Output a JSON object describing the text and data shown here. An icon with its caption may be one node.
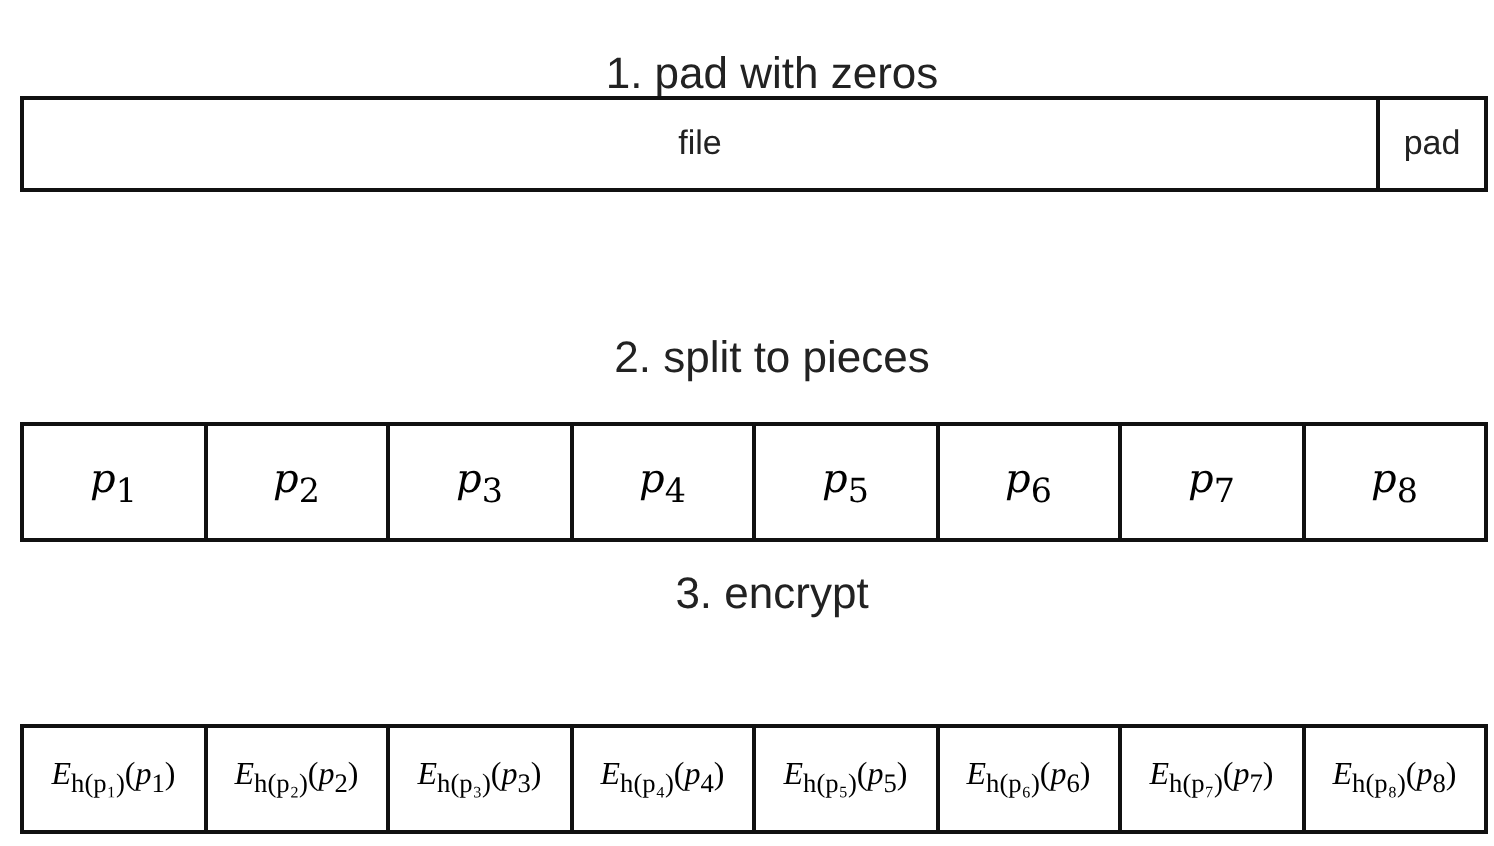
{
  "diagram": {
    "nodes": [
      {
        "text": [
          "file"
        ]
      },
      {
        "text": [
          "pad"
        ]
      },
      {
        "text": [
          "*p*$_{1}$"
        ]
      },
      {
        "text": [
          "*p*$_{2}$"
        ]
      },
      {
        "text": [
          "*p*$_{3}$"
        ]
      },
      {
        "text": [
          "*p*$_{4}$"
        ]
      },
      {
        "text": [
          "*p*$_{5}$"
        ]
      },
      {
        "text": [
          "*p*$_{6}$"
        ]
      },
      {
        "text": [
          "*p*$_{7}$"
        ]
      },
      {
        "text": [
          "*p*$_{8}$"
        ]
      },
      {
        "text": [
          "*E*$_{h(p₁)}$(*p*$_{1}$)"
        ]
      },
      {
        "text": [
          "*E*$_{h(p₂)}$(*p*$_{2}$)"
        ]
      },
      {
        "text": [
          "*E*$_{h(p₃)}$(*p*$_{3}$)"
        ]
      },
      {
        "text": [
          "*E*$_{h(p₄)}$(*p*$_{4}$)"
        ]
      },
      {
        "text": [
          "*E*$_{h(p₅)}$(*p*$_{5}$)"
        ]
      },
      {
        "text": [
          "*E*$_{h(p₆)}$(*p*$_{6}$)"
        ]
      },
      {
        "text": [
          "*E*$_{h(p₇)}$(*p*$_{7}$)"
        ]
      },
      {
        "text": [
          "*E*$_{h(p₈)}$(*p*$_{8}$)"
        ]
      }
    ],
    "labels": [
      "1. pad with zeros",
      "2. split to pieces",
      "3. encrypt"
    ]
  }
}
